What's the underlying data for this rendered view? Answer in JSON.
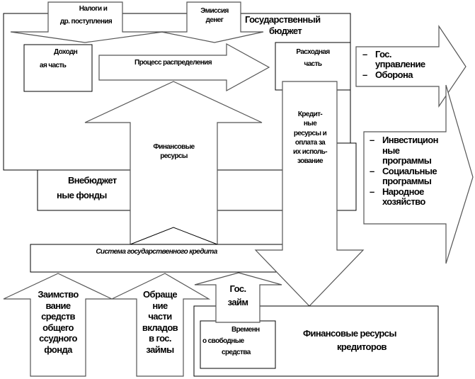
{
  "diagram": {
    "title": "Государственный бюджет",
    "inputs_top": [
      {
        "label_line1": "Налоги и",
        "label_line2": "др. поступления"
      },
      {
        "label_line1": "Эмиссия",
        "label_line2": "денег"
      }
    ],
    "revenue_part": {
      "line1": "Доходн",
      "line2": "ая часть"
    },
    "distribution_process": "Процесс распределения",
    "expenditure_part": {
      "line1": "Расходная",
      "line2": "часть"
    },
    "financial_resources": {
      "line1": "Финансовые",
      "line2": "ресурсы"
    },
    "extrabudgetary_funds": {
      "line1": "Внебюджет",
      "line2": "ные фонды"
    },
    "credit_resources": [
      "Кредит-",
      "ные",
      "ресурсы и",
      "оплата  за",
      "их исполь-",
      "зование"
    ],
    "expenditure_targets_1": [
      "Гос. управление",
      "Оборона"
    ],
    "expenditure_targets_2": [
      "Инвестицион ные программы",
      "Социальные программы",
      "Народное хозяйство"
    ],
    "state_credit_system": "Система государственного кредита",
    "borrowing_loan_fund": [
      "Заимство",
      "вание",
      "средств",
      "общего",
      "ссудного",
      "фонда"
    ],
    "deposits_conversion": [
      "Обраще",
      "ние",
      "части",
      "вкладов",
      "в гос.",
      "займы"
    ],
    "gov_loan": {
      "line1": "Гос.",
      "line2": "займ"
    },
    "temporary_free_funds": {
      "line1": "Временн",
      "line2": "о свободные",
      "line3": "средства"
    },
    "creditors_resources": {
      "line1": "Финансовые ресурсы",
      "line2": "кредиторов"
    }
  }
}
